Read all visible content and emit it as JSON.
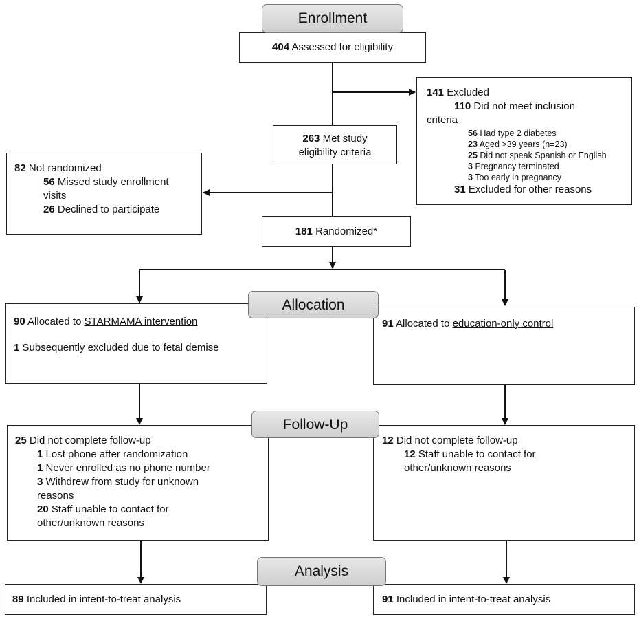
{
  "stages": {
    "enrollment": "Enrollment",
    "allocation": "Allocation",
    "follow_up": "Follow-Up",
    "analysis": "Analysis"
  },
  "assessed": {
    "n": "404",
    "text": "Assessed for eligibility"
  },
  "excluded": {
    "n": "141",
    "text": "Excluded",
    "inclusion": {
      "n": "110",
      "text": "Did not meet inclusion",
      "text2": "criteria"
    },
    "reasons": [
      {
        "n": "56",
        "text": "Had type 2 diabetes"
      },
      {
        "n": "23",
        "text": "Aged >39 years (n=23)"
      },
      {
        "n": "25",
        "text": "Did not speak Spanish or English"
      },
      {
        "n": "3",
        "text": "Pregnancy terminated"
      },
      {
        "n": "3",
        "text": "Too early in pregnancy"
      }
    ],
    "other": {
      "n": "31",
      "text": "Excluded for other reasons"
    }
  },
  "eligible": {
    "n": "263",
    "text": "Met study",
    "text2": "eligibility criteria"
  },
  "not_randomized": {
    "n": "82",
    "text": "Not randomized",
    "missed": {
      "n": "56",
      "text": "Missed study enrollment",
      "text2": "visits"
    },
    "declined": {
      "n": "26",
      "text": "Declined to participate"
    }
  },
  "randomized": {
    "n": "181",
    "text": "Randomized*"
  },
  "intervention": {
    "n": "90",
    "prefix": "Allocated to",
    "arm": "STARMAMA intervention",
    "excluded": {
      "n": "1",
      "text": "Subsequently excluded due to fetal demise"
    }
  },
  "control": {
    "n": "91",
    "prefix": "Allocated to",
    "arm": "education-only control"
  },
  "followup_left": {
    "n": "25",
    "text": "Did not complete follow-up",
    "items": [
      {
        "n": "1",
        "text": "Lost phone after randomization"
      },
      {
        "n": "1",
        "text": "Never enrolled as no phone number"
      },
      {
        "n": "3",
        "text": "Withdrew from study for unknown",
        "text2": "reasons"
      },
      {
        "n": "20",
        "text": "Staff unable to contact for",
        "text2": "other/unknown reasons"
      }
    ]
  },
  "followup_right": {
    "n": "12",
    "text": "Did not complete follow-up",
    "items": [
      {
        "n": "12",
        "text": "Staff unable to contact for",
        "text2": "other/unknown reasons"
      }
    ]
  },
  "analysis_left": {
    "n": "89",
    "text": "Included in intent-to-treat analysis"
  },
  "analysis_right": {
    "n": "91",
    "text": "Included in intent-to-treat analysis"
  }
}
